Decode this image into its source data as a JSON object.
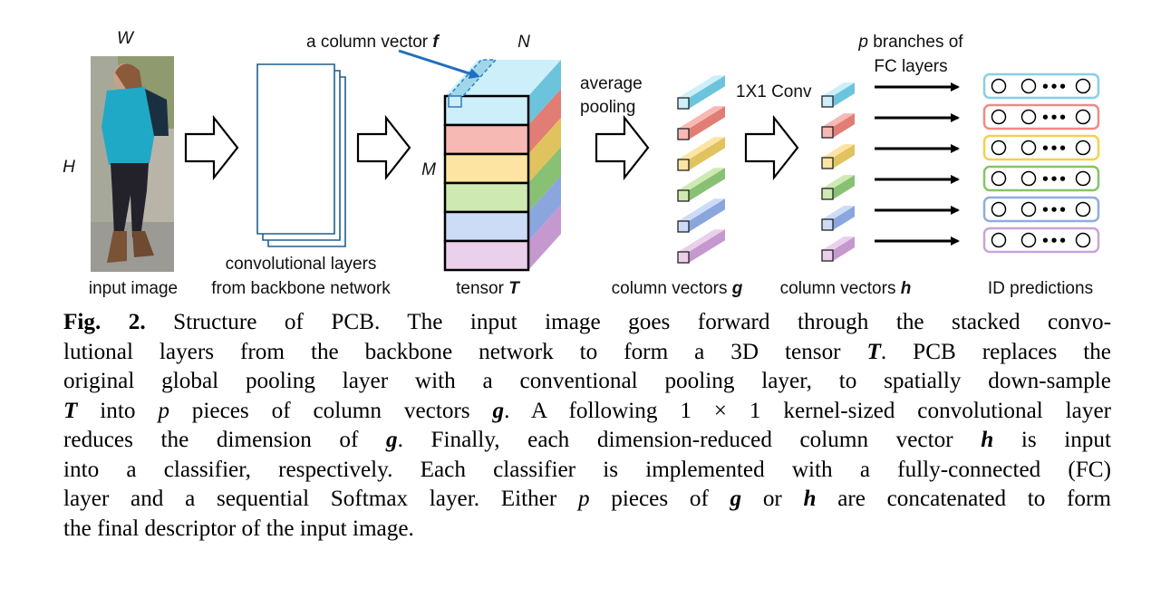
{
  "figure": {
    "labels": {
      "W": "W",
      "H": "H",
      "N": "N",
      "M": "M",
      "column_vector_f_prefix": "a column vector ",
      "column_vector_f_sym": "f",
      "average": "average",
      "pooling": "pooling",
      "conv_1x1": "1X1 Conv",
      "p_branches_p": "p",
      "p_branches_rest": " branches of",
      "fc_layers": "FC layers",
      "input_image": "input image",
      "conv_layers_1": "convolutional layers",
      "conv_layers_2": "from backbone network",
      "tensor_prefix": "tensor ",
      "tensor_sym": "T",
      "colvec_g_prefix": "column vectors ",
      "colvec_g_sym": "g",
      "colvec_h_prefix": "column vectors ",
      "colvec_h_sym": "h",
      "id_predictions": "ID predictions",
      "dots": "•••"
    },
    "part_colors": {
      "front": [
        "#cdeffa",
        "#f7b9b4",
        "#fde4a3",
        "#cfe9b3",
        "#cddcf6",
        "#ead0ea"
      ],
      "side": [
        "#6cc4dc",
        "#e27d75",
        "#e0c35e",
        "#88c074",
        "#8ba6dd",
        "#c598cf"
      ],
      "border": [
        "#86cfe8",
        "#ef8a86",
        "#f5d04e",
        "#86c466",
        "#8eaede",
        "#c9a3d6"
      ]
    }
  },
  "caption": {
    "fig_label": "Fig. 2.",
    "l1": " Structure of PCB. The input image goes forward through the stacked convo-",
    "l2a": "lutional layers from the backbone network to form a 3D tensor ",
    "l2b": "T",
    "l2c": ". PCB replaces the",
    "l3": "original global pooling layer with a conventional pooling layer, to spatially down-sample",
    "l4a": "T",
    "l4b": " into ",
    "l4c": "p",
    "l4d": " pieces of column vectors ",
    "l4e": "g",
    "l4f": ". A following 1 × 1 kernel-sized convolutional layer",
    "l5a": "reduces the dimension of ",
    "l5b": "g",
    "l5c": ". Finally, each dimension-reduced column vector ",
    "l5d": "h",
    "l5e": " is input",
    "l6": "into a classifier, respectively. Each classifier is implemented with a fully-connected (FC)",
    "l7a": "layer and a sequential Softmax layer. Either ",
    "l7b": "p",
    "l7c": " pieces of ",
    "l7d": "g",
    "l7e": " or ",
    "l7f": "h",
    "l7g": " are concatenated to form",
    "l8": "the final descriptor of the input image."
  }
}
